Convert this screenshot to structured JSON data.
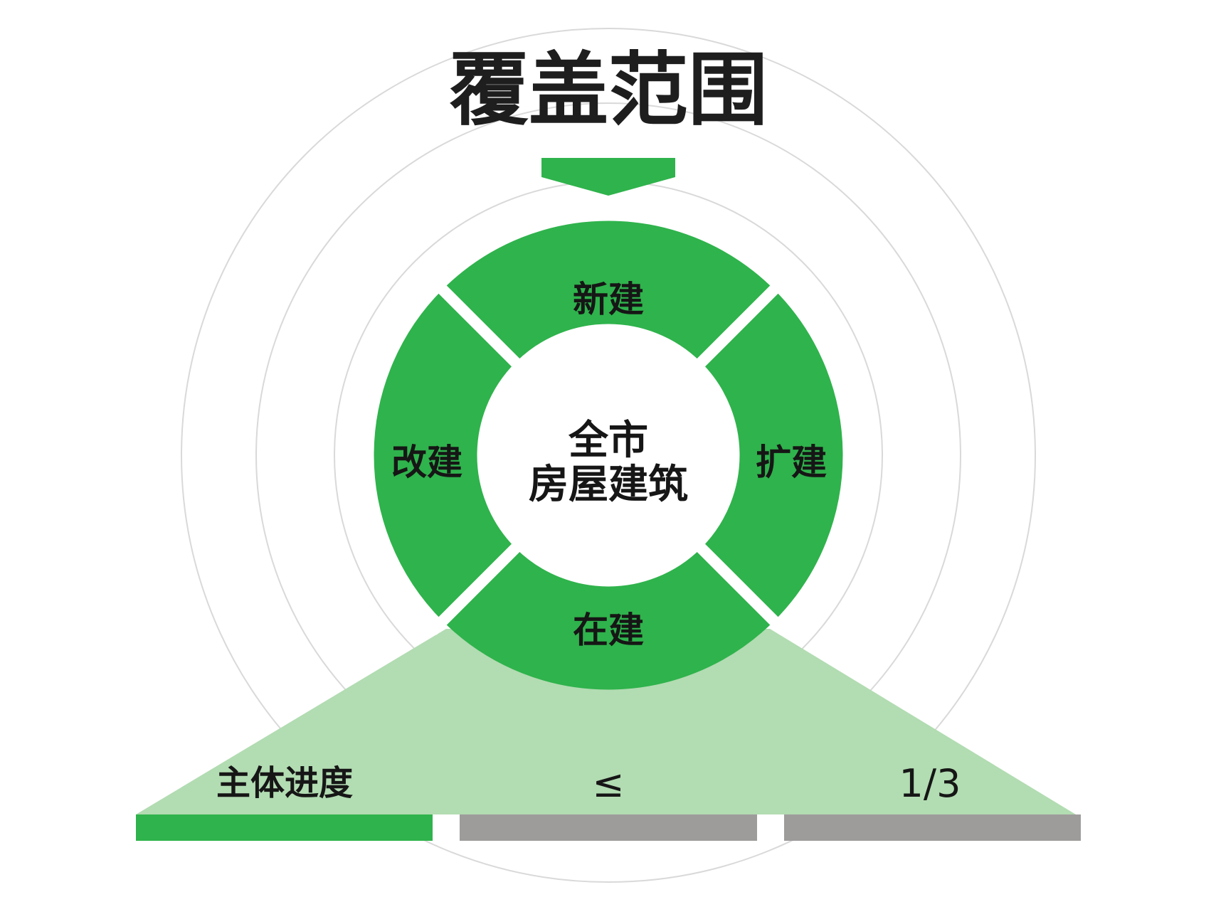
{
  "title": "覆盖范围",
  "colors": {
    "green": "#2fb34c",
    "light_green": "#b2dcb2",
    "gray": "#9e9b9b",
    "ring": "#d9d9d9",
    "text": "#161616"
  },
  "center": {
    "line1": "全市",
    "line2": "房屋建筑"
  },
  "segments": {
    "top": "新建",
    "right": "扩建",
    "bottom": "在建",
    "left": "改建"
  },
  "bottom": {
    "label": "主体进度",
    "operator": "≤",
    "value": "1/3"
  },
  "icons": {
    "pointer": "chevron-down-icon"
  }
}
